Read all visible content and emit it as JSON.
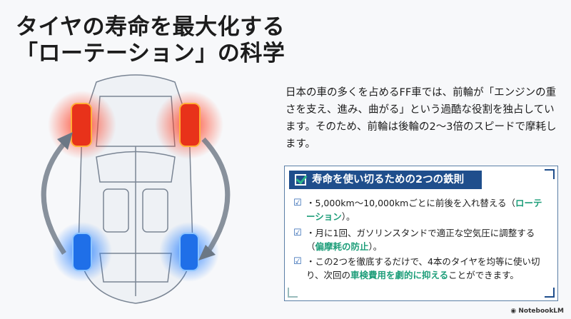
{
  "title": {
    "line1": "タイヤの寿命を最大化する",
    "line2": "「ローテーション」の科学"
  },
  "intro": "日本の車の多くを占めるFF車では、前輪が「エンジンの重さを支え、進み、曲がる」という過酷な役割を独占しています。そのため、前輪は後輪の2〜3倍のスピードで摩耗します。",
  "rules": {
    "heading": "寿命を使い切るための2つの鉄則",
    "items": [
      {
        "pre": "・5,000km〜10,000kmごとに前後を入れ替える（",
        "hl": "ローテーション",
        "post": "）。"
      },
      {
        "pre": "・月に1回、ガソリンスタンドで適正な空気圧に調整する（",
        "hl": "偏摩耗の防止",
        "post": "）。"
      },
      {
        "pre": "・この2つを徹底するだけで、4本のタイヤを均等に使い切り、次回の",
        "hl": "車検費用を劇的に抑える",
        "post": "ことができます。"
      }
    ]
  },
  "colors": {
    "front_wheels": "#ff3b1f",
    "rear_wheels": "#1f7bff",
    "accent": "#1e9e7a",
    "header": "#1f4e8c"
  },
  "logo": "NotebookLM"
}
